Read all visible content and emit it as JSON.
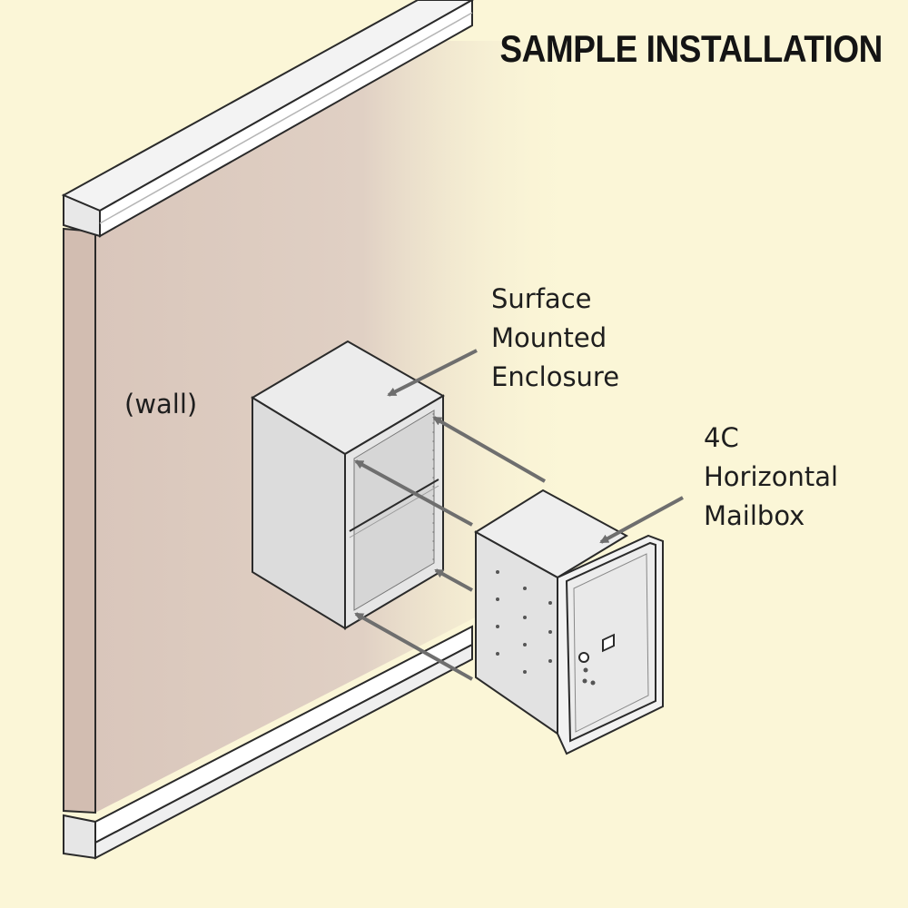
{
  "title": "SAMPLE INSTALLATION",
  "labels": {
    "wall": "(wall)",
    "enclosure": [
      "Surface",
      "Mounted",
      "Enclosure"
    ],
    "mailbox": [
      "4C",
      "Horizontal",
      "Mailbox"
    ]
  },
  "colors": {
    "background": "#fbf6d7",
    "wall": "#dccbc0",
    "trim": "#f1f1f1",
    "outline": "#2a2a2a",
    "box_light": "#ececec",
    "box_side": "#dcdcdc",
    "arrow": "#6e6e6e"
  }
}
